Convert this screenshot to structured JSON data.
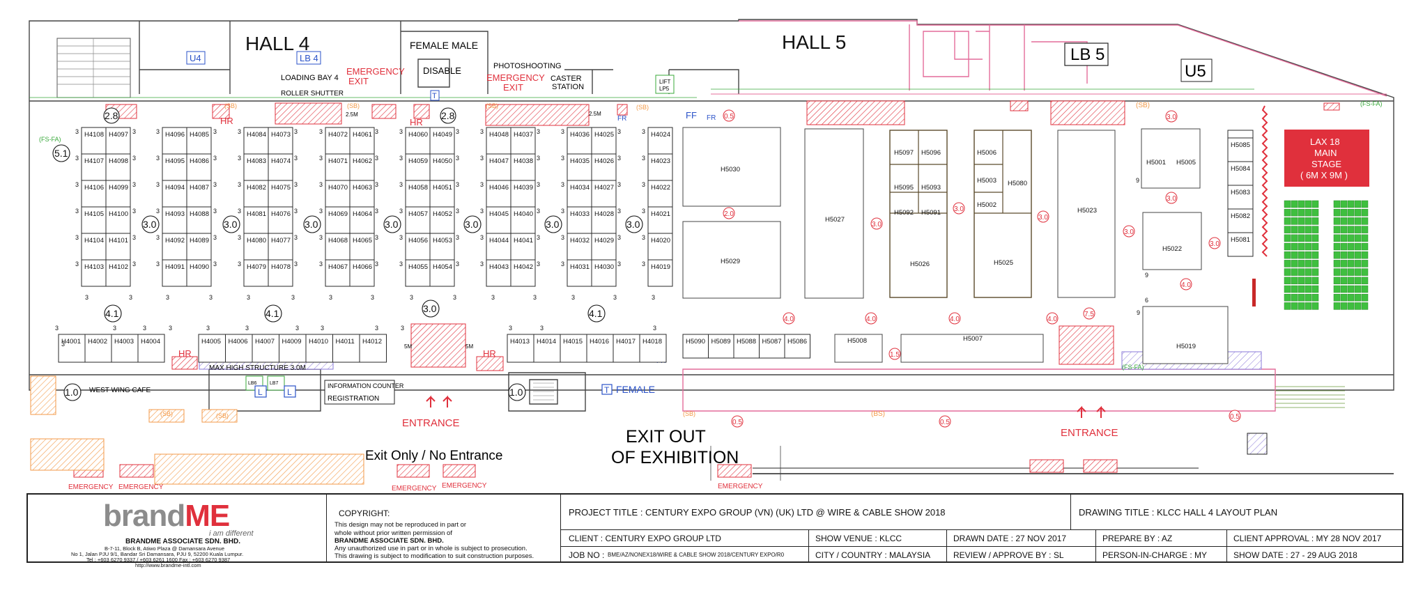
{
  "halls": {
    "hall4": "HALL 4",
    "hall5": "HALL 5",
    "lb5": "LB 5",
    "u5": "U5",
    "u4": "U4",
    "lb4": "LB 4",
    "lb6": "LB6",
    "lb7": "LB7"
  },
  "facilities": {
    "female": "FEMALE",
    "male": "MALE",
    "disable": "DISABLE",
    "loading_bay": "LOADING BAY 4",
    "roller_shutter": "ROLLER SHUTTER",
    "emergency_exit_1": "EMERGENCY",
    "emergency_exit_2": "EXIT",
    "photoshooting": "PHOTOSHOOTING",
    "caster": "CASTER",
    "station": "STATION",
    "lift": "LIFT",
    "lift_no": "LP5",
    "hr": "HR",
    "fr": "FR",
    "ff": "FF",
    "sb": "(SB)",
    "fsfa": "(FS-FA)",
    "max_height": "MAX HIGH STRUCTURE 3.0M",
    "west_cafe": "WEST WING CAFE",
    "info_counter": "INFORMATION COUNTER",
    "registration": "REGISTRATION",
    "entrance": "ENTRANCE",
    "exit_only": "Exit Only / No Entrance",
    "exit_out_1": "EXIT OUT",
    "exit_out_2": "OF EXHIBITION",
    "female_lower": "FEMALE",
    "toilet_t": "T",
    "dim_25": "2.5M",
    "dim_5m": "5M",
    "bs": "(BS)"
  },
  "aisles": {
    "a28": "2.8",
    "a51": "5.1",
    "a30": "3.0",
    "a41": "4.1",
    "a10": "1.0",
    "a20": "2.0",
    "a40": "4.0",
    "a75": "7.5",
    "a15": "1.5",
    "a05": "0.5",
    "dim3": "3",
    "dim6": "6",
    "dim9": "9"
  },
  "booth_cols_h4": [
    [
      "H4108",
      "H4107",
      "H4106",
      "H4105",
      "H4104",
      "H4103"
    ],
    [
      "H4097",
      "H4098",
      "H4099",
      "H4100",
      "H4101",
      "H4102"
    ],
    [
      "H4096",
      "H4095",
      "H4094",
      "H4093",
      "H4092",
      "H4091"
    ],
    [
      "H4085",
      "H4086",
      "H4087",
      "H4088",
      "H4089",
      "H4090"
    ],
    [
      "H4084",
      "H4083",
      "H4082",
      "H4081",
      "H4080",
      "H4079"
    ],
    [
      "H4073",
      "H4074",
      "H4075",
      "H4076",
      "H4077",
      "H4078"
    ],
    [
      "H4072",
      "H4071",
      "H4070",
      "H4069",
      "H4068",
      "H4067"
    ],
    [
      "H4061",
      "H4062",
      "H4063",
      "H4064",
      "H4065",
      "H4066"
    ],
    [
      "H4060",
      "H4059",
      "H4058",
      "H4057",
      "H4056",
      "H4055"
    ],
    [
      "H4049",
      "H4050",
      "H4051",
      "H4052",
      "H4053",
      "H4054"
    ],
    [
      "H4048",
      "H4047",
      "H4046",
      "H4045",
      "H4044",
      "H4043"
    ],
    [
      "H4037",
      "H4038",
      "H4039",
      "H4040",
      "H4041",
      "H4042"
    ],
    [
      "H4036",
      "H4035",
      "H4034",
      "H4033",
      "H4032",
      "H4031"
    ],
    [
      "H4025",
      "H4026",
      "H4027",
      "H4028",
      "H4029",
      "H4030"
    ],
    [
      "H4024",
      "H4023",
      "H4022",
      "H4021",
      "H4020",
      "H4019"
    ]
  ],
  "booth_row_bottom_a": [
    "H4001",
    "H4002",
    "H4003",
    "H4004"
  ],
  "booth_row_bottom_b": [
    "H4005",
    "H4006",
    "H4007",
    "H4009",
    "H4010",
    "H4011",
    "H4012"
  ],
  "booth_row_bottom_c": [
    "H4013",
    "H4014",
    "H4015",
    "H4016",
    "H4017",
    "H4018"
  ],
  "booths_h5": {
    "h5030": "H5030",
    "h5029": "H5029",
    "h5027": "H5027",
    "h5026": "H5026",
    "h5025": "H5025",
    "h5023": "H5023",
    "h5022": "H5022",
    "h5019": "H5019",
    "h5007": "H5007",
    "h5008": "H5008",
    "h5080": "H5080",
    "h5001": "H5001",
    "h5005": "H5005",
    "grid_a": [
      "H5097",
      "H5096",
      "H5095",
      "H5093",
      "H5092",
      "H5091"
    ],
    "grid_b": [
      "H5006",
      "H5003",
      "H5002"
    ],
    "row_c": [
      "H5090",
      "H5089",
      "H5088",
      "H5087",
      "H5086"
    ],
    "col_d": [
      "H5085",
      "H5084",
      "H5083",
      "H5082",
      "H5081"
    ]
  },
  "main_stage": {
    "line1": "LAX 18",
    "line2": "MAIN",
    "line3": "STAGE",
    "line4": "( 6M X 9M )"
  },
  "title_block": {
    "logo_brand": "brand",
    "logo_me": "ME",
    "tagline": "i am different",
    "company": "BRANDME ASSOCIATE SDN. BHD.",
    "addr1": "B-7-11, Block B, Atiwo Plaza @ Damansara Avenue",
    "addr2": "No 1, Jalan PJU 9/1, Bandar Sri Damansara, PJU 9, 52200 Kuala Lumpur.",
    "tel": "Tel : +603 6270 9337 / +603 6261 1600    Fax : +603 6270 9387",
    "web": "http://www.brandme-intl.com",
    "copyright_title": "COPYRIGHT:",
    "copyright_1": "This design may not be reproduced in part or",
    "copyright_2": "whole without prior written permission of",
    "copyright_3": "BRANDME ASSOCIATE SDN. BHD.",
    "copyright_4": "Any unauthorized use in part or in whole is subject to prosecution.",
    "copyright_5": "This drawing is subject to modification to suit construction purposes.",
    "project_title": "PROJECT TITLE : CENTURY EXPO GROUP (VN) (UK) LTD @ WIRE & CABLE SHOW 2018",
    "drawing_title": "DRAWING TITLE : KLCC HALL  4 LAYOUT PLAN",
    "client": "CLIENT : CENTURY EXPO GROUP LTD",
    "show_venue": "SHOW VENUE : KLCC",
    "drawn_date": "DRAWN DATE : 27 NOV 2017",
    "prepare_by": "PREPARE BY : AZ",
    "client_approval": "CLIENT APPROVAL : MY     28 NOV 2017",
    "job_no_label": "JOB NO :",
    "job_no": "BME/AZ/NONEX18/WIRE & CABLE SHOW 2018/CENTURY EXPO/R0",
    "city_country": "CITY / COUNTRY : MALAYSIA",
    "review": "REVIEW / APPROVE BY : SL",
    "person_in_charge": "PERSON-IN-CHARGE : MY",
    "show_date": "SHOW DATE : 27 - 29 AUG 2018"
  },
  "colors": {
    "red": "#e0303c",
    "blue": "#2a52c8",
    "orange": "#f39a48",
    "green": "#38a93a",
    "stage_green": "#3fbf3f",
    "pink_wall": "#e46c9a",
    "brown_booth": "#5a4a2a"
  }
}
